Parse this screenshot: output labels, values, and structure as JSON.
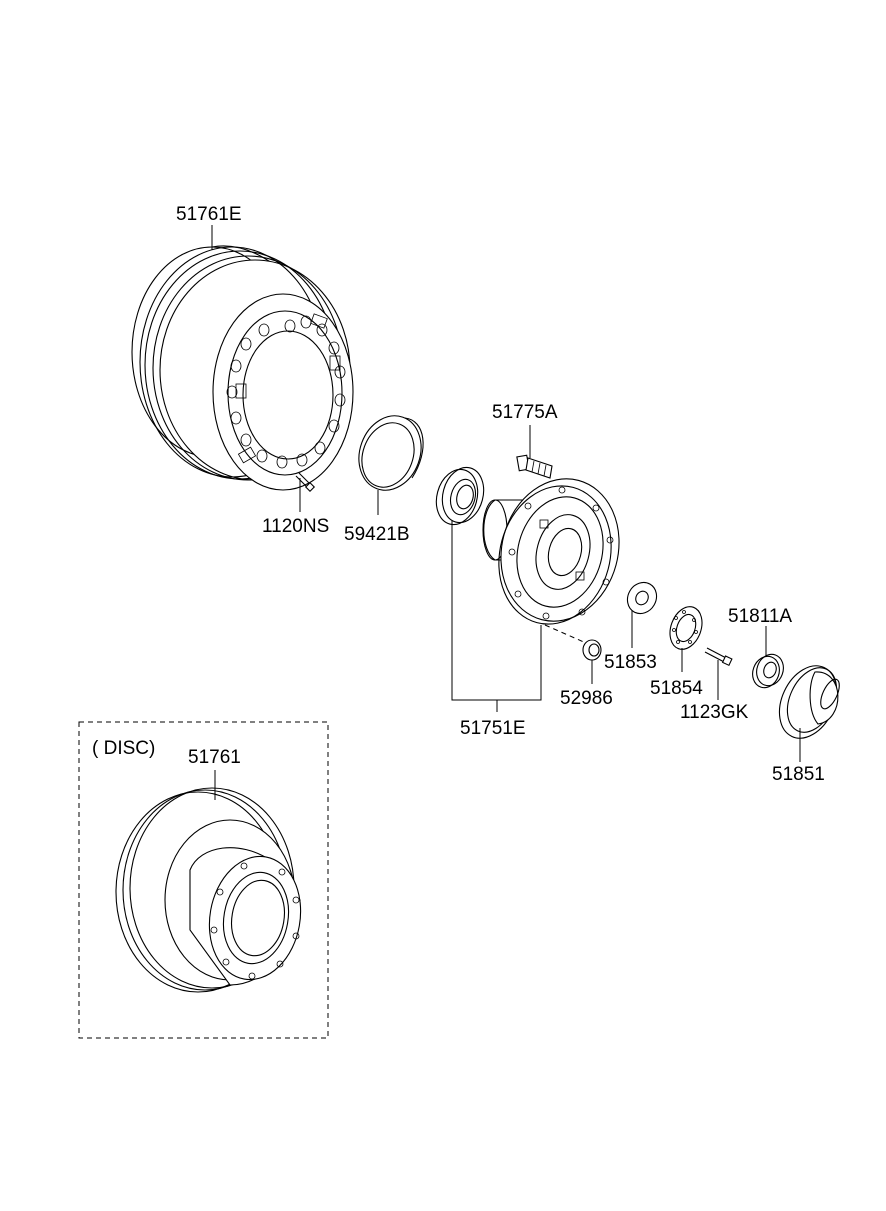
{
  "parts": {
    "drum": "51761E",
    "bolt_drum": "1120NS",
    "seal_ring": "59421B",
    "hub_bolt": "51775A",
    "hub_assembly": "51751E",
    "hub_nut": "52986",
    "washer": "51853",
    "lock_washer": "51854",
    "screw": "1123GK",
    "bearing_nut": "51811A",
    "hub_cap": "51851"
  },
  "inset": {
    "title": "( DISC)",
    "disc": "51761"
  }
}
